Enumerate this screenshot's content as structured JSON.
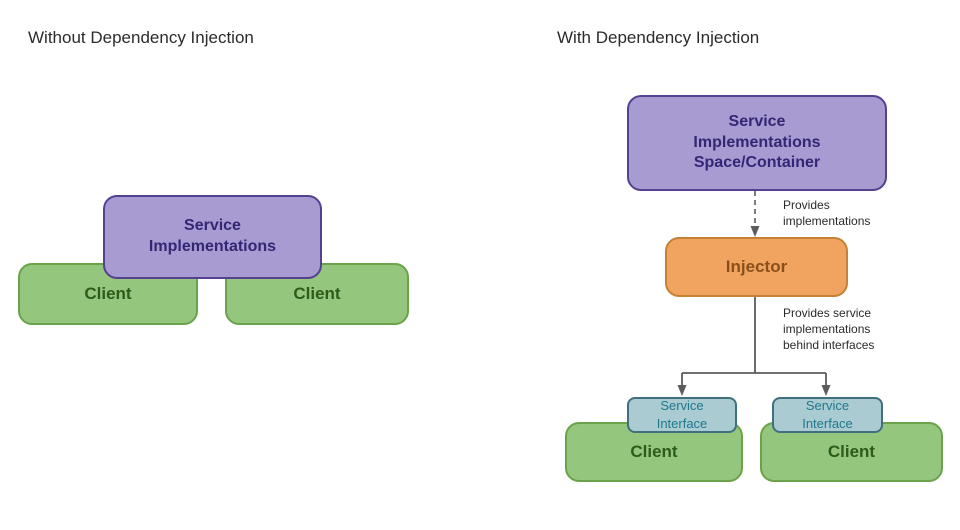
{
  "left_panel": {
    "title": "Without Dependency Injection",
    "service_box_label": "Service\nImplementations",
    "clients": [
      {
        "label": "Client"
      },
      {
        "label": "Client"
      }
    ]
  },
  "right_panel": {
    "title": "With Dependency Injection",
    "container_box_label": "Service\nImplementations\nSpace/Container",
    "injector_box_label": "Injector",
    "edge_labels": {
      "provides_implementations": "Provides\nimplementations",
      "provides_service": "Provides service\nimplementations\nbehind interfaces"
    },
    "service_interfaces": [
      {
        "label": "Service\nInterface"
      },
      {
        "label": "Service\nInterface"
      }
    ],
    "clients": [
      {
        "label": "Client"
      },
      {
        "label": "Client"
      }
    ]
  },
  "colors": {
    "service_implementations_fill": "#a79bd2",
    "service_implementations_border": "#54418f",
    "service_implementations_text": "#352575",
    "client_fill": "#94c77d",
    "client_border": "#6ba24c",
    "client_text": "#2e5a1c",
    "injector_fill": "#f1a45f",
    "injector_border": "#c58136",
    "injector_text": "#8a4f1b",
    "service_interface_fill": "#a9cbd1",
    "service_interface_border": "#40707e",
    "service_interface_text": "#20798d",
    "connector_line": "#5c5c5c",
    "background": "#ffffff"
  }
}
